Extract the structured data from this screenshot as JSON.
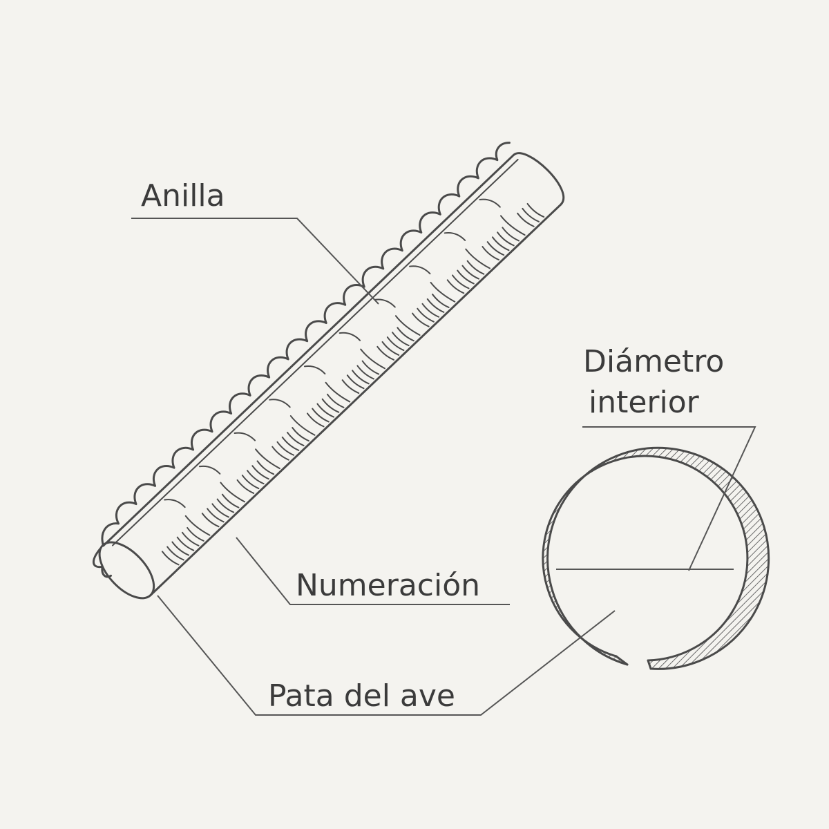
{
  "labels": {
    "ring": "Anilla",
    "numbering": "Numeración",
    "leg": "Pata del ave",
    "diameter_line1": "Diámetro",
    "diameter_line2": "interior"
  },
  "colors": {
    "background": "#f4f3ef",
    "ink": "#3b3b3b",
    "hatch": "#6a6a6a"
  }
}
